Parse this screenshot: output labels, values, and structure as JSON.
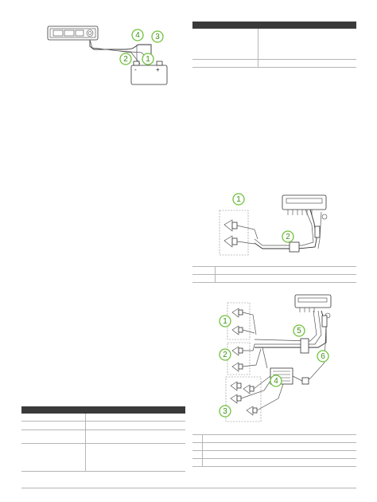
{
  "figure_top": {
    "callouts": [
      "1",
      "2",
      "3",
      "4"
    ],
    "battery_polarity": {
      "negative": "-",
      "positive": "+"
    }
  },
  "figure_mid": {
    "callouts": [
      "1",
      "2"
    ]
  },
  "figure_bottom": {
    "callouts": [
      "1",
      "2",
      "3",
      "4",
      "5",
      "6"
    ]
  },
  "colors": {
    "callout_ring": "#6fc23b",
    "callout_text": "#3f8f1a",
    "table_header": "#3a3a3a",
    "rule": "#b5b5b5"
  }
}
